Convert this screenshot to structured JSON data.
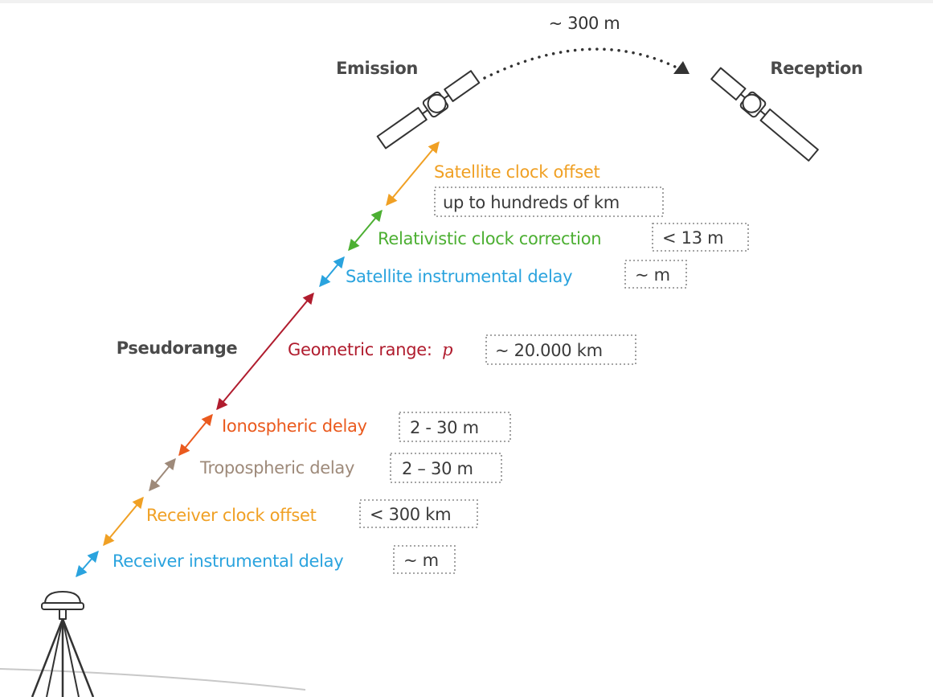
{
  "header": {
    "distance_label": "~ 300 m",
    "emission_label": "Emission",
    "reception_label": "Reception"
  },
  "pseudorange_label": "Pseudorange",
  "geometric_range_symbol": "p",
  "components": [
    {
      "label": "Satellite clock offset",
      "value": "up to hundreds of km",
      "color": "#f0a024"
    },
    {
      "label": "Relativistic clock correction",
      "value": "< 13 m",
      "color": "#4caf32"
    },
    {
      "label": "Satellite instrumental delay",
      "value": "~ m",
      "color": "#2aa3de"
    },
    {
      "label": "Geometric range:",
      "value": "~ 20.000 km",
      "color": "#b01c2e"
    },
    {
      "label": "Ionospheric delay",
      "value": "2 - 30 m",
      "color": "#ea5a1e"
    },
    {
      "label": "Tropospheric delay",
      "value": "2 – 30 m",
      "color": "#9e8a7a"
    },
    {
      "label": "Receiver clock offset",
      "value": "< 300 km",
      "color": "#f0a024"
    },
    {
      "label": "Receiver instrumental delay",
      "value": "~ m",
      "color": "#2aa3de"
    }
  ],
  "icons": {
    "emission_satellite": "satellite-icon",
    "reception_satellite": "satellite-icon",
    "receiver": "gnss-antenna-tripod-icon",
    "transit_arrow": "dotted-arc-arrow-icon"
  }
}
